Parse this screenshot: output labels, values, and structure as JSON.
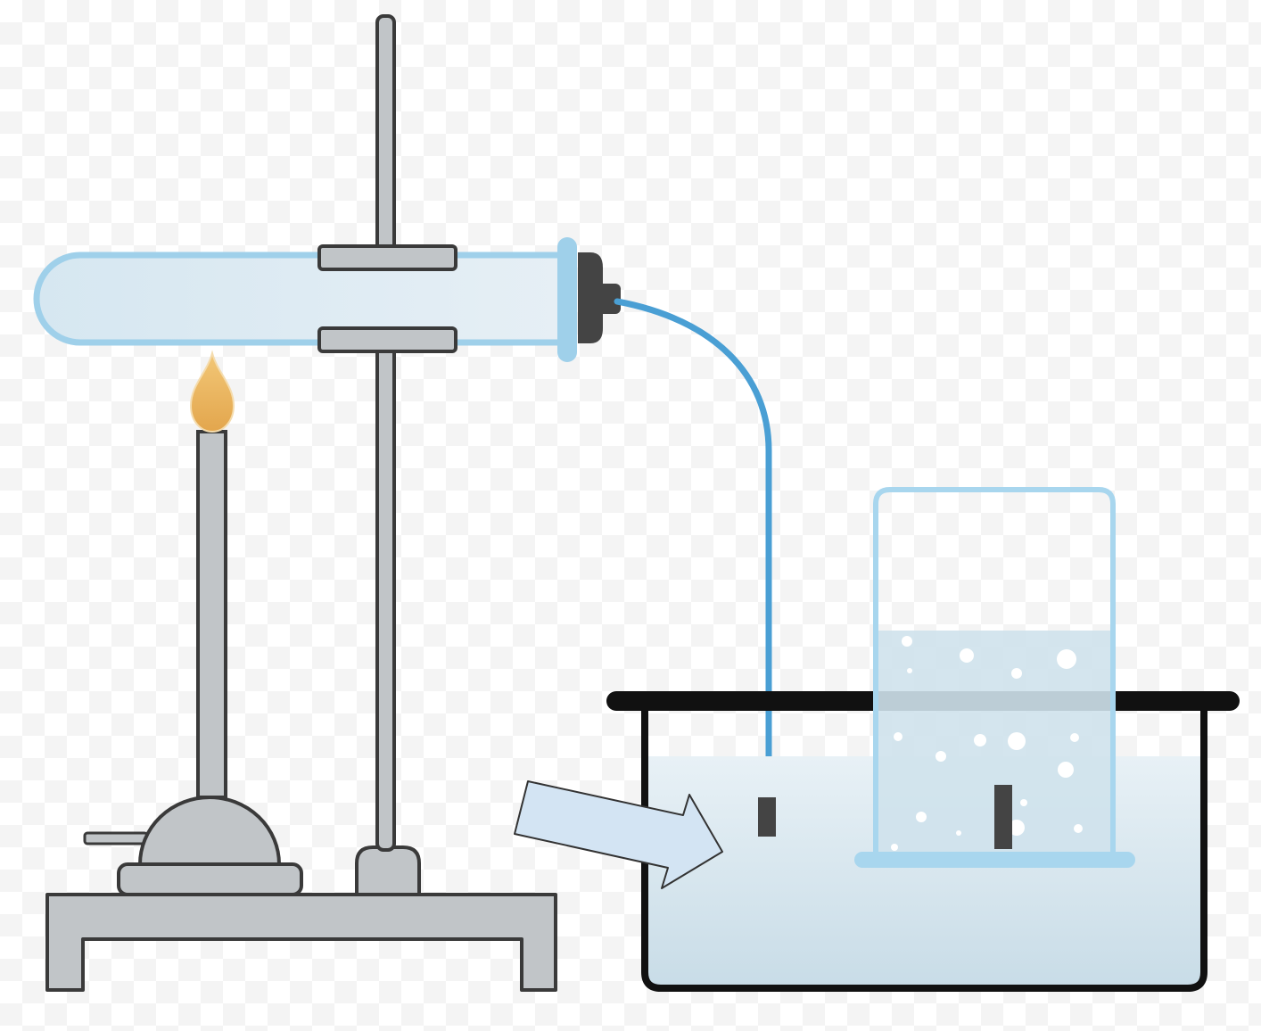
{
  "diagram": {
    "kind": "gas collection by downward displacement of water",
    "components": [
      "retort-stand",
      "clamp",
      "boiling-tube",
      "rubber-stopper",
      "bunsen-burner",
      "flame",
      "delivery-tube",
      "trough",
      "water",
      "gas-jar",
      "beehive-shelf",
      "gas-bubbles",
      "pointer-arrow"
    ],
    "colors": {
      "metal": "#c1c5c8",
      "outline": "#333333",
      "glass_outline": "#9fd0ea",
      "tube_fill": "#dcebf3",
      "delivery_tube": "#4a9fd4",
      "water": "#cfe2ec",
      "flame": "#e9b157",
      "stopper": "#444444",
      "arrow_fill": "#d3e4f3"
    }
  }
}
